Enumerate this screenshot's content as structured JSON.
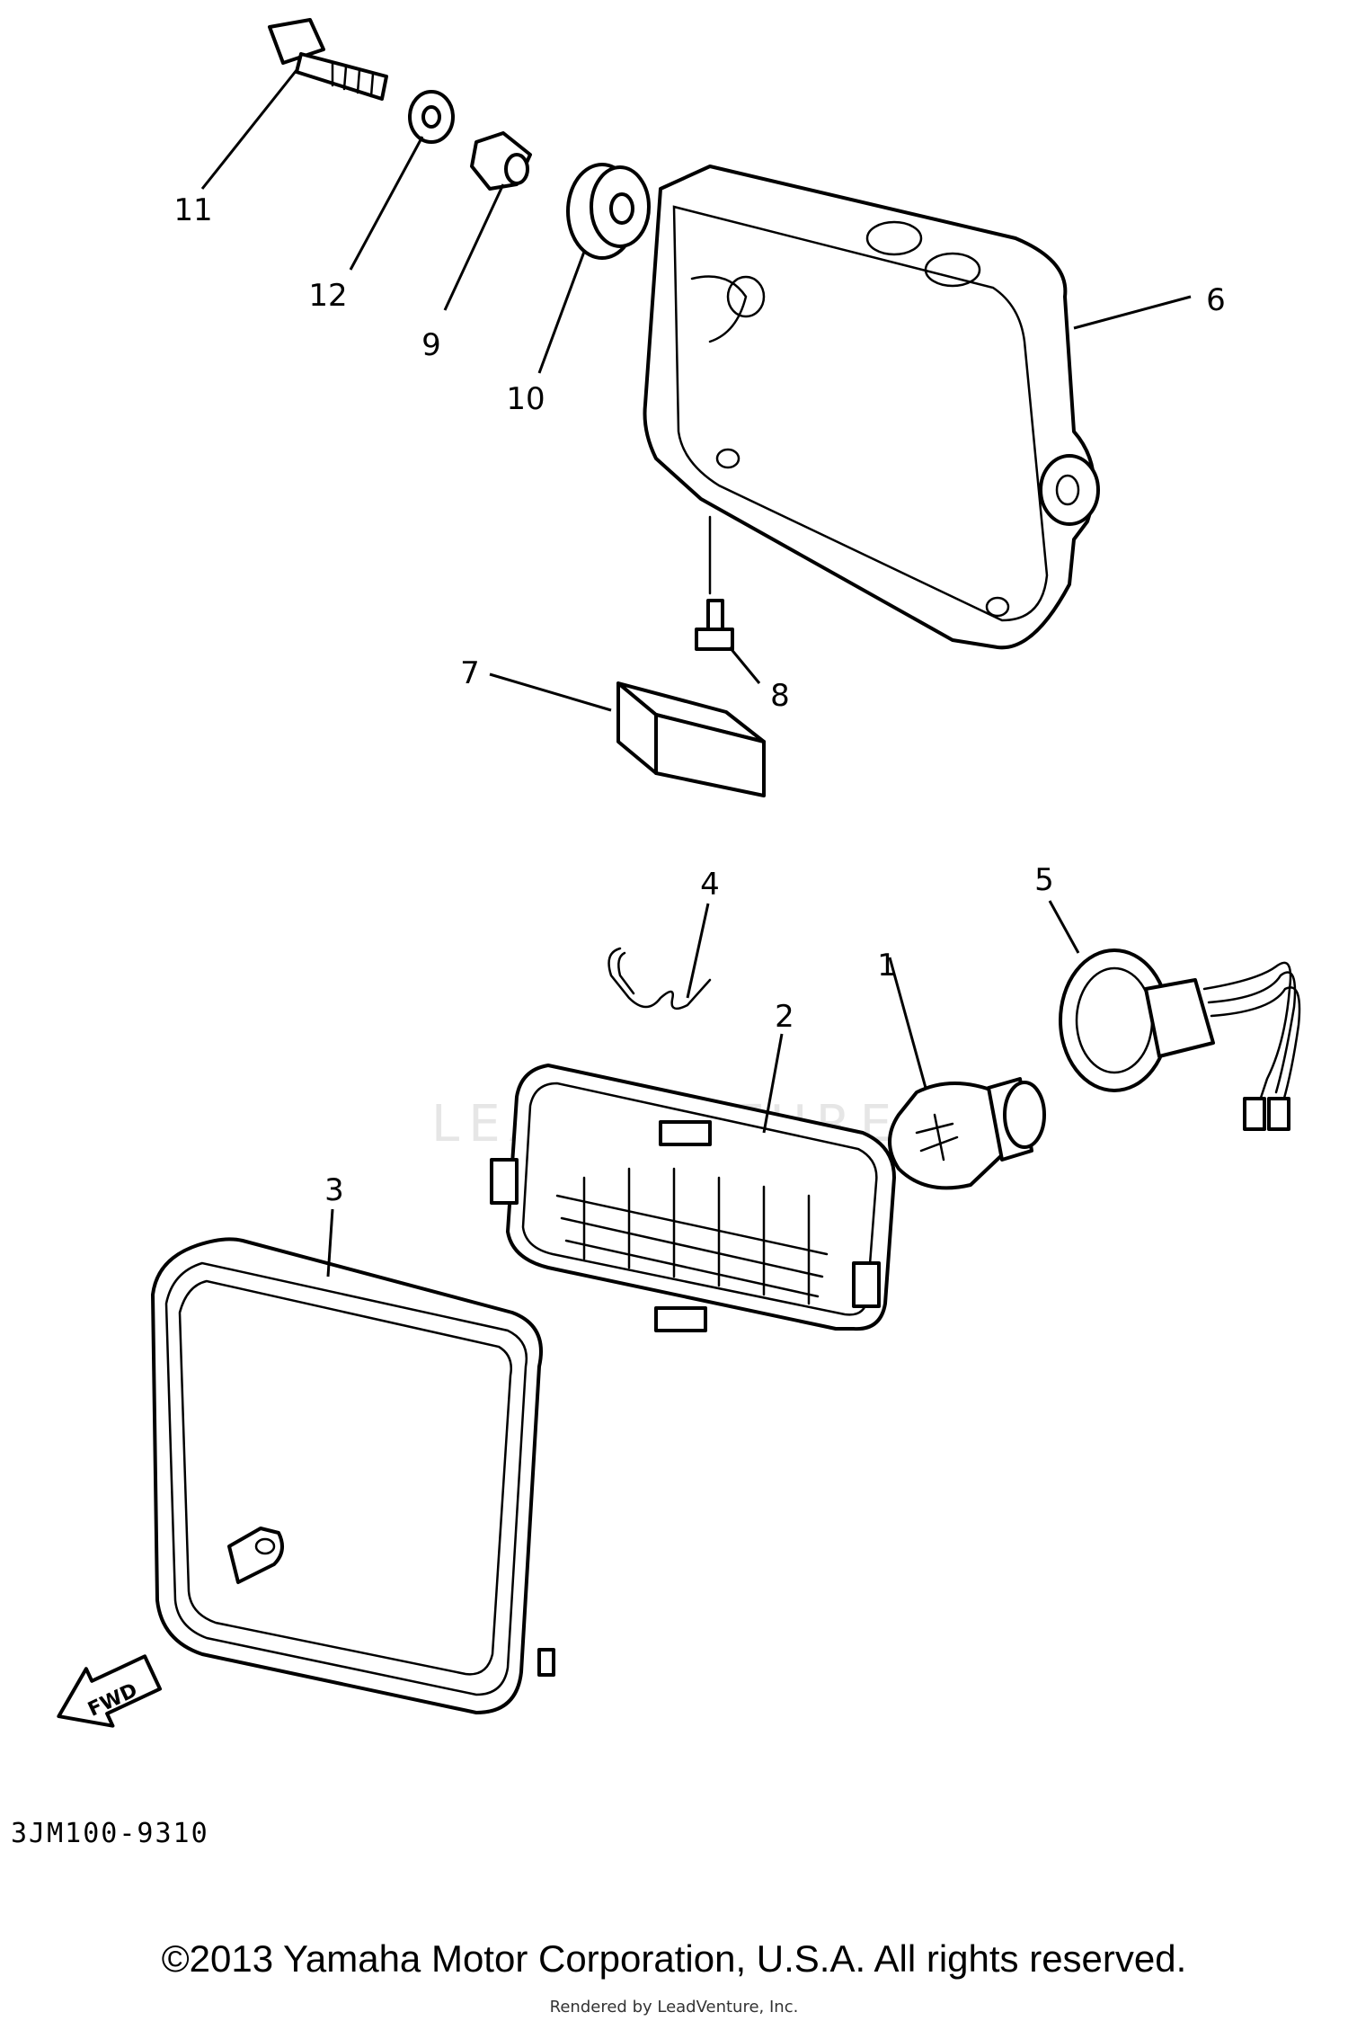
{
  "callouts": [
    {
      "id": "1",
      "label": "1"
    },
    {
      "id": "2",
      "label": "2"
    },
    {
      "id": "3",
      "label": "3"
    },
    {
      "id": "4",
      "label": "4"
    },
    {
      "id": "5",
      "label": "5"
    },
    {
      "id": "6",
      "label": "6"
    },
    {
      "id": "7",
      "label": "7"
    },
    {
      "id": "8",
      "label": "8"
    },
    {
      "id": "9",
      "label": "9"
    },
    {
      "id": "10",
      "label": "10"
    },
    {
      "id": "11",
      "label": "11"
    },
    {
      "id": "12",
      "label": "12"
    }
  ],
  "fwd_label": "FWD",
  "part_code": "3JM100-9310",
  "copyright": "©2013 Yamaha Motor Corporation, U.S.A. All rights reserved.",
  "rendered_by": "Rendered by LeadVenture, Inc.",
  "watermark": "LEADVENTURE"
}
